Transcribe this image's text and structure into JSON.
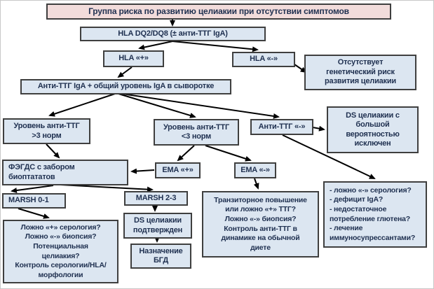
{
  "colors": {
    "title_bg": "#f2dcdb",
    "node_bg": "#dce6f1",
    "border": "#3f3f3f",
    "text": "#1f3050",
    "arrow": "#000000"
  },
  "diagram": {
    "type": "flowchart",
    "language": "ru",
    "topic": "Алгоритм обследования группы риска по целиакии"
  },
  "nodes": {
    "title": {
      "text": "Группа риска по развитию целиакии при отсутствии симптомов"
    },
    "hla_dq": {
      "text": "HLA DQ2/DQ8 (± анти-ТТГ IgA)"
    },
    "hla_plus": {
      "text": "HLA «+»"
    },
    "hla_minus": {
      "text": "HLA «-»"
    },
    "no_genetic_risk": {
      "text": "Отсутствует\nгенетический риск\nразвития целиакии"
    },
    "anti_ttg_iga": {
      "text": "Анти-ТТГ IgA + общий уровень IgA в сыворотке"
    },
    "level_gt3": {
      "text": "Уровень анти-ТТГ\n>3 норм"
    },
    "level_lt3": {
      "text": "Уровень анти-ТТГ\n<3 норм"
    },
    "anti_ttg_neg": {
      "text": "Анти-ТТГ «-»"
    },
    "ds_excluded": {
      "text": "DS целиакии с\nбольшой\nвероятностью\nисключен"
    },
    "fegds": {
      "text": "ФЭГДС с забором\nбиоптататов"
    },
    "ema_plus": {
      "text": "EMA «+»"
    },
    "ema_minus": {
      "text": "EMA «-»"
    },
    "marsh01": {
      "text": "MARSH 0-1"
    },
    "marsh23": {
      "text": "MARSH 2-3"
    },
    "transient": {
      "text": "Транзиторное повышение\nили ложно «+» ТТГ?\nЛожно «-» биопсия?\nКонтроль анти-ТТГ в\nдинамике на обычной\nдиете"
    },
    "right_questions": {
      "text": "- ложно «-» серология?\n- дефицит IgA?\n- недостаточное\nпотребление глютена?\n- лечение\nиммуносупрессантами?"
    },
    "false_pos": {
      "text": "Ложно «+»  серология?\nЛожно «-» биопсия?\nПотенциальная\nцелиакия?\nКонтроль серологии/HLA/\nморфологии"
    },
    "ds_confirmed": {
      "text": "DS целиакии\nподтвержден"
    },
    "bgd": {
      "text": "Назначение\nБГД"
    }
  }
}
